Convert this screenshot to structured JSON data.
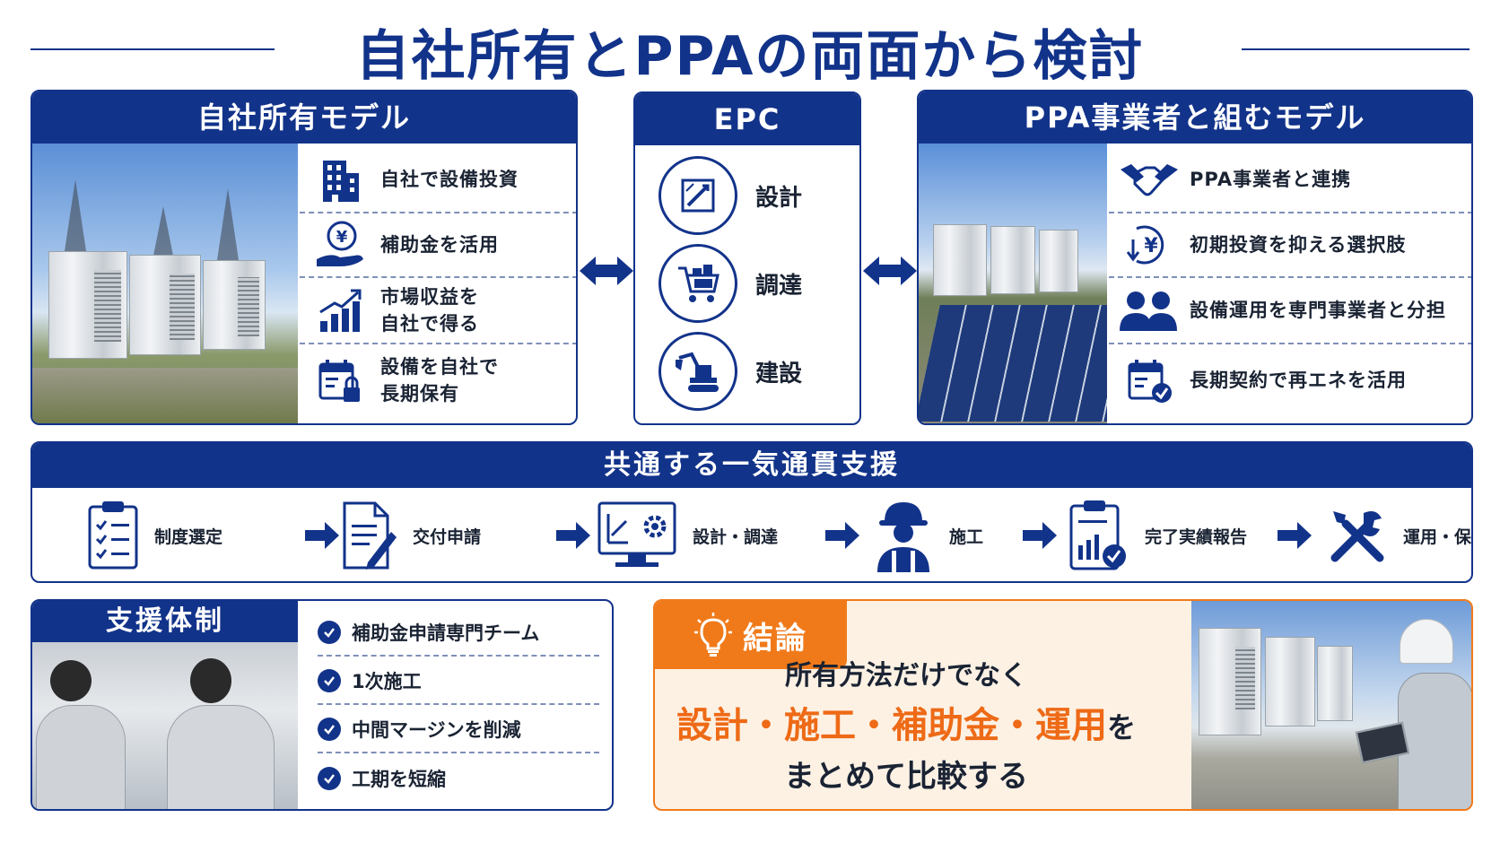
{
  "title": "自社所有とPPAの両面から検討",
  "own_model": {
    "heading": "自社所有モデル",
    "items": [
      {
        "icon": "building-icon",
        "text": "自社で設備投資"
      },
      {
        "icon": "yen-hand-icon",
        "text": "補助金を活用"
      },
      {
        "icon": "growth-chart-icon",
        "line1": "市場収益を",
        "line2": "自社で得る"
      },
      {
        "icon": "calendar-lock-icon",
        "line1": "設備を自社で",
        "line2": "長期保有"
      }
    ]
  },
  "epc": {
    "heading": "EPC",
    "items": [
      {
        "icon": "design-icon",
        "text": "設計"
      },
      {
        "icon": "cart-icon",
        "text": "調達"
      },
      {
        "icon": "excavator-icon",
        "text": "建設"
      }
    ]
  },
  "ppa_model": {
    "heading": "PPA事業者と組むモデル",
    "items": [
      {
        "icon": "handshake-icon",
        "text": "PPA事業者と連携"
      },
      {
        "icon": "yen-down-icon",
        "text": "初期投資を抑える選択肢"
      },
      {
        "icon": "people-icon",
        "text": "設備運用を専門事業者と分担"
      },
      {
        "icon": "calendar-check-icon",
        "text": "長期契約で再エネを活用"
      }
    ]
  },
  "process": {
    "heading": "共通する一気通貫支援",
    "steps": [
      {
        "icon": "clipboard-checklist-icon",
        "text": "制度選定"
      },
      {
        "icon": "document-pen-icon",
        "text": "交付申請"
      },
      {
        "icon": "monitor-gear-icon",
        "text": "設計・調達"
      },
      {
        "icon": "worker-icon",
        "text": "施工"
      },
      {
        "icon": "report-chart-icon",
        "text": "完了実績報告"
      },
      {
        "icon": "tools-icon",
        "text": "運用・保守"
      }
    ]
  },
  "support": {
    "heading": "支援体制",
    "items": [
      "補助金申請専門チーム",
      "1次施工",
      "中間マージンを削減",
      "工期を短縮"
    ]
  },
  "conclusion": {
    "heading": "結論",
    "line1": "所有方法だけでなく",
    "highlight": "設計・施工・補助金・運用",
    "line2_suffix": "を",
    "line3": "まとめて比較する"
  },
  "colors": {
    "navy": "#12338a",
    "orange": "#f07a1a",
    "highlight_text": "#ee6a16",
    "conclusion_bg": "#fdf1e4"
  }
}
